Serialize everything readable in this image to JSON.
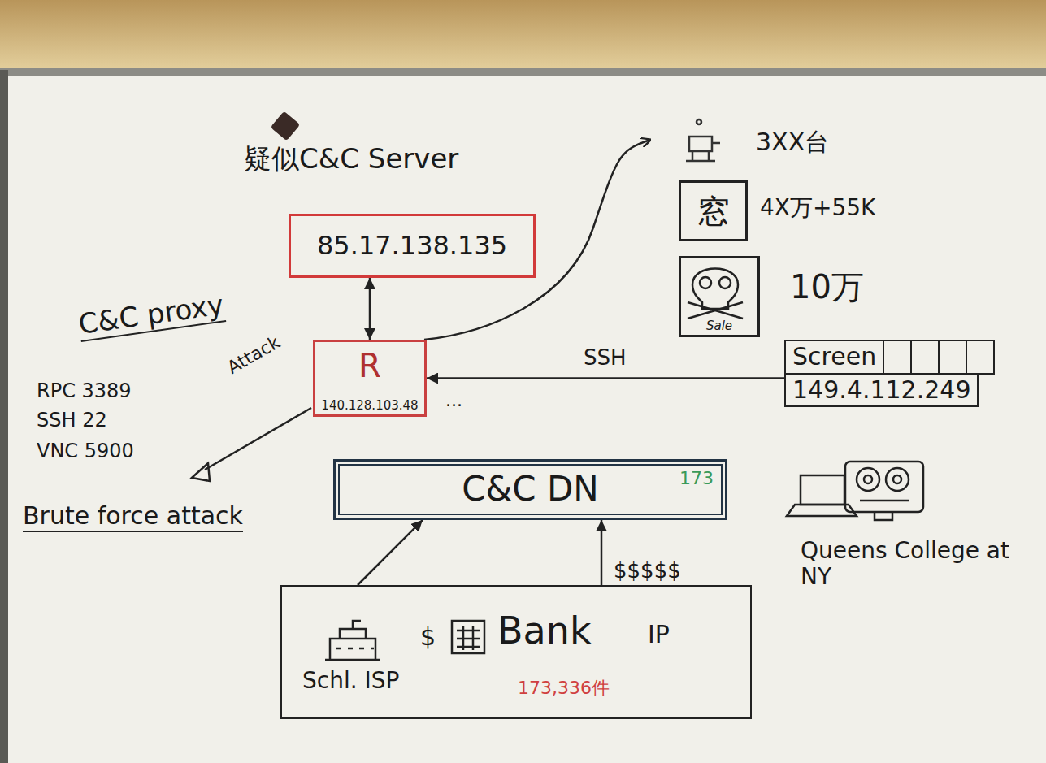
{
  "diagram": {
    "nodes": [
      {
        "text": [
          "疑似C&C Server",
          "85.17.138.135"
        ]
      },
      {
        "text": [
          "窓"
        ]
      },
      {
        "text": [
          "Sale"
        ]
      },
      {
        "text": [
          "R",
          "140.128.103.48"
        ]
      },
      {
        "text": [
          "Screen",
          "149.4.112.249"
        ]
      },
      {
        "text": [
          "C&C DN",
          "173"
        ]
      },
      {
        "text": [
          "Schl. ISP",
          "$",
          "Bank",
          "IP",
          "173,336件"
        ]
      }
    ],
    "edges": [
      {
        "from": 0,
        "to": 3,
        "arrow": "both"
      },
      {
        "from": 4,
        "to": 3,
        "arrow": "to",
        "label": "SSH"
      },
      {
        "from": 6,
        "to": 5,
        "arrow": "to"
      },
      {
        "from": 6,
        "to": 5,
        "arrow": "to",
        "label": "$$$$$"
      }
    ],
    "labels": [
      "C&C proxy",
      "Attack",
      "RPC 3389",
      "SSH 22",
      "VNC 5900",
      "Brute force attack",
      "3XX台",
      "4X万+55K",
      "10万",
      "Queens College at NY",
      "..."
    ]
  }
}
